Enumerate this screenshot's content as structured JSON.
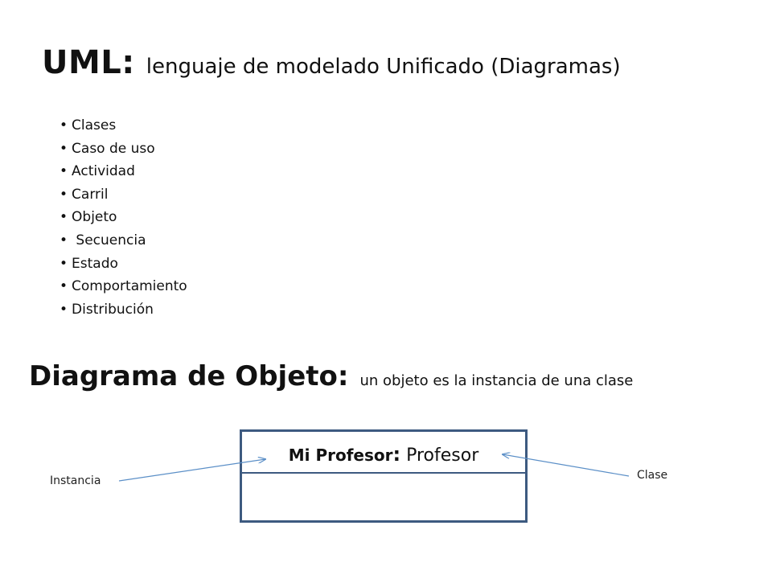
{
  "title": {
    "main": "UML:",
    "sub": "lenguaje de modelado Unificado (Diagramas)"
  },
  "bullet_symbol": "•",
  "diagram_types": [
    "Clases",
    "Caso de uso",
    "Actividad",
    "Carril",
    "Objeto",
    " Secuencia",
    "Estado",
    "Comportamiento",
    "Distribución"
  ],
  "object_section": {
    "heading_main": "Diagrama de Objeto",
    "heading_colon": ":",
    "heading_sub": "un objeto es la instancia de una clase"
  },
  "object_box": {
    "instance": "Mi Profesor",
    "separator": ":",
    "class_name": " Profesor"
  },
  "annotations": {
    "instance_label": "Instancia",
    "class_label": "Clase"
  },
  "colors": {
    "box_border": "#3d5a80",
    "arrow": "#5b8fc7"
  }
}
